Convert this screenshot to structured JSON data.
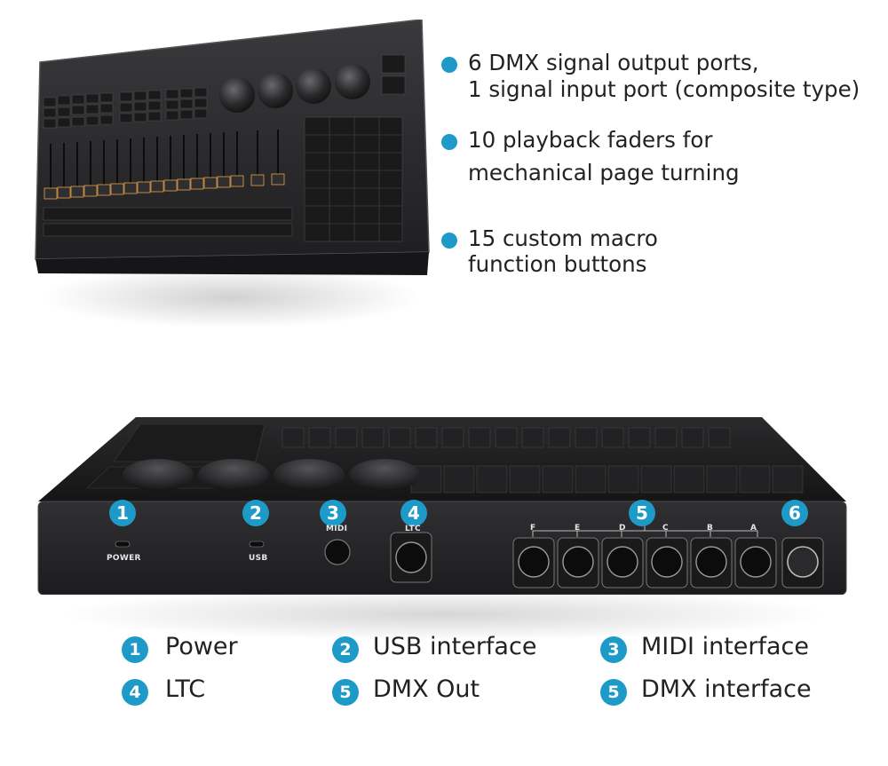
{
  "features": [
    {
      "lines": [
        "6 DMX signal output ports,",
        "1 signal input port (composite type)"
      ]
    },
    {
      "lines": [
        "10 playback faders for",
        "mechanical page turning"
      ]
    },
    {
      "lines": [
        "15 custom macro",
        "function buttons"
      ]
    }
  ],
  "rear_panel": {
    "callouts": [
      "1",
      "2",
      "3",
      "4",
      "5",
      "6"
    ],
    "port_labels": {
      "power": "POWER",
      "usb": "USB",
      "midi": "MIDI",
      "ltc": "LTC",
      "dmx": [
        "F",
        "E",
        "D",
        "C",
        "B",
        "A"
      ]
    }
  },
  "legend": [
    {
      "num": "1",
      "text": "Power"
    },
    {
      "num": "2",
      "text": "USB interface"
    },
    {
      "num": "3",
      "text": "MIDI interface"
    },
    {
      "num": "4",
      "text": "LTC"
    },
    {
      "num": "5",
      "text": "DMX Out"
    },
    {
      "num": "5",
      "text": "DMX interface"
    }
  ],
  "colors": {
    "accent": "#1e9ac8",
    "console": "#2b2b2d",
    "key_text": "#e8a04a"
  }
}
